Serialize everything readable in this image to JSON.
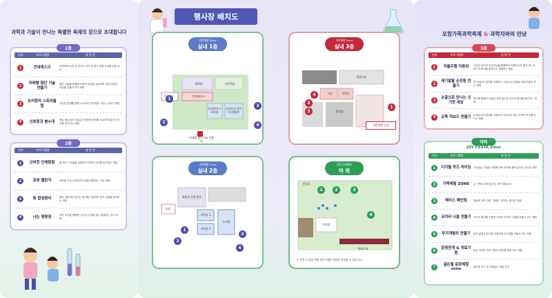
{
  "left": {
    "headline": "과학과 기술이 만나는 특별한 축제의 장으로 초대합니다",
    "table_header": {
      "no": "번호",
      "program": "프로그램명",
      "desc": "설 명 문"
    },
    "floor1": {
      "tab": "1층",
      "rows": [
        {
          "no": "1",
          "name": "안내데스크",
          "desc": "과학축제 안내 및 참가자 관리 등 행사 진행 안내를 위한 공간"
        },
        {
          "no": "2",
          "name": "미래형 첨단 기술 만들기",
          "desc": "첨단 기술을 활용해 미래의 세상을 상상하며 직접 다양한 작품을 만들어 보는 체험"
        },
        {
          "no": "3",
          "name": "논리창의 스토리클럽",
          "desc": "다양한 문제를 통해 논리력과 창의력을 키우는 이야기 체험"
        },
        {
          "no": "4",
          "name": "신호등과 봉수대",
          "desc": "옛날 봉수대와 오늘날 신호등의 원리를 비교하며 통신의 역사를 알아보는 체험"
        }
      ]
    },
    "floor2": {
      "tab": "2층",
      "rows": [
        {
          "no": "1",
          "name": "신비한 인체탐험",
          "desc": "몸 속의 기관들을 살펴보며 인체의 신비를 탐구하는 체험"
        },
        {
          "no": "2",
          "name": "로봇 챌린지",
          "desc": "로봇을 직접 조작하며 미션을 해결하는 코딩 체험"
        },
        {
          "no": "3",
          "name": "빛 합성원리",
          "desc": "빛의 삼원색이 섞이는 원리를 관찰하며 빛의 성질을 알아보는 체험"
        },
        {
          "no": "4",
          "name": "나는 명탐정",
          "desc": "과학 지식을 활용해 사건의 단서를 찾아 해결하는 추리 체험"
        }
      ]
    }
  },
  "middle": {
    "title": "행사장 배치도",
    "maps": [
      {
        "sub": "과학체험 Zone",
        "label": "실내 1층"
      },
      {
        "sub": "과학체험 Zone",
        "label": "실내 3층"
      },
      {
        "sub": "과학체험 Zone",
        "label": "실내 2층"
      },
      {
        "sub": "공연·무대행사",
        "label": "야 외"
      }
    ],
    "rooms1": {
      "gym": "체육관",
      "entrance": "주출입구",
      "info": "안내데스크",
      "room_a": "다목적실",
      "room_b": "미래형 첨단기술 실험실",
      "room_c": "논리창의 스토리실",
      "room_d": "신호등과 봉수대 체험관"
    },
    "rooms3": {
      "a": "식당",
      "b": "과학실",
      "c": "컴퓨터실",
      "d": "음악실",
      "e": "과학축제 안내"
    },
    "rooms2": {
      "a": "위층과 연결 통로",
      "b": "과학실 1",
      "c": "과학실 2",
      "d": "도서관",
      "e": "교실"
    },
    "outdoor": {
      "a": "운동장",
      "b": "주차장",
      "c": "야외무대"
    },
    "note": "※ 우천 시 일부 야외 프로그램은 실내로 변경될 수 있습니다."
  },
  "right": {
    "headline_a": "포항가족과학축제",
    "headline_amp": "&",
    "headline_b": "과학자와의 만남",
    "table_header": {
      "no": "번호",
      "program": "프로그램명",
      "desc": "설 명 문"
    },
    "floor3": {
      "tab": "3층",
      "rows": [
        {
          "no": "1",
          "name": "자율주행 자동차",
          "desc": "다양한 센서와 인공지능을 활용하여 자율적으로 움직이는 자동차의 원리를 알아보고 체험하는 활동"
        },
        {
          "no": "2",
          "name": "재기발랄 손전등 만들기",
          "desc": "전기회로의 원리를 이해하고 나만의 손전등을 직접 만들어 보는 체험"
        },
        {
          "no": "3",
          "name": "손끝으로 만나는 신기한 세상",
          "desc": "촉각을 활용한 다양한 과학 놀이로 감각의 원리를 알아보는 체험"
        },
        {
          "no": "4",
          "name": "오뚝 직보드 만들기",
          "desc": "무게중심의 원리를 이용하여 쓰러지지 않는 오뚝이 보드를 만드는 체험"
        }
      ]
    },
    "outdoor": {
      "tab": "야외",
      "zone": "JOY FESTA Zone",
      "rows": [
        {
          "no": "1",
          "name": "디지털 퀴즈 라이딩",
          "desc": "가상현실 기술을 이용해 과학 퀴즈를 풀며 달리는 라이딩 체험"
        },
        {
          "no": "2",
          "name": "가족체험 ZONE",
          "desc": "온 가족이 함께 즐기는 과학 체험 부스"
        },
        {
          "no": "3",
          "name": "페이스 페인팅",
          "desc": "얼굴에 과학 관련 그림을 그려보는 즐거운 체험"
        },
        {
          "no": "4",
          "name": "코끼리 나팔 만들기",
          "desc": "소리의 원리를 이용해 나만의 코끼리 나팔을 만들어 보는 체험"
        },
        {
          "no": "5",
          "name": "무지개빛의 만들기",
          "desc": "빛의 굴절과 분산을 이용하여 무지개를 만들어 보는 체험"
        },
        {
          "no": "6",
          "name": "운명전개 & 의료기원",
          "desc": "응급 처치와 의료 과학의 원리를 배워 보는 체험"
        },
        {
          "no": "7",
          "name": "골든벨 문화체험 zone",
          "desc": "골든벨 퀴즈 및 전통놀이 체험 공간"
        }
      ]
    }
  },
  "colors": {
    "accent": "#4e58b4",
    "red": "#c4283b",
    "green": "#2e9d57",
    "purple": "#7468c6"
  }
}
